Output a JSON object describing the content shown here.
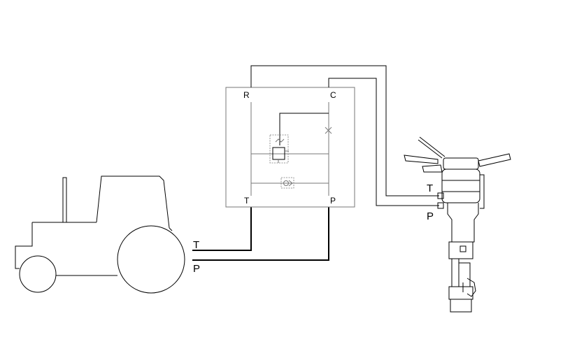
{
  "labels": {
    "tractor_tank": "T",
    "tractor_pressure": "P",
    "breaker_tank": "T",
    "breaker_pressure": "P",
    "valve_port_r": "R",
    "valve_port_c": "C",
    "valve_port_t": "T",
    "valve_port_p": "P"
  },
  "icons": {
    "tractor": "tractor-icon",
    "breaker": "hydraulic-breaker-icon",
    "relief_valve": "relief-valve-icon",
    "check_valve": "check-valve-icon",
    "plug": "plug-icon"
  },
  "colors": {
    "line": "#000000",
    "internal_line": "#777777"
  }
}
